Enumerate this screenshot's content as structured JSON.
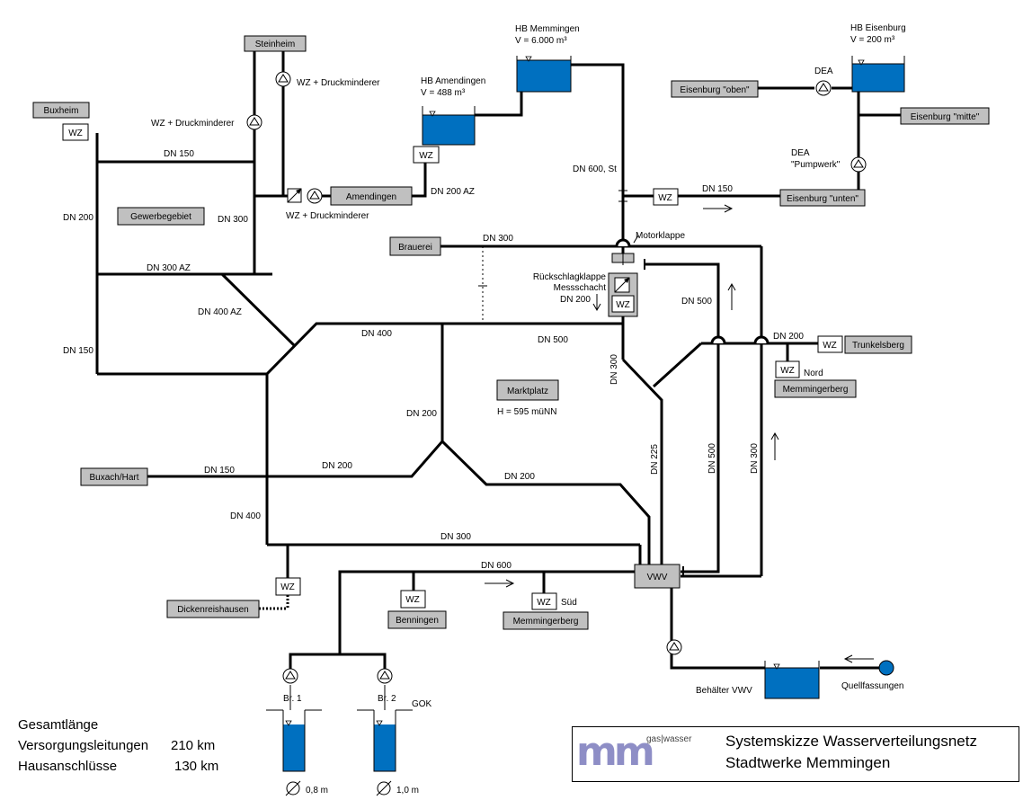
{
  "title": {
    "line1": "Systemskizze Wasserverteilungsnetz",
    "line2": "Stadtwerke Memmingen",
    "logo_mark": "mm",
    "logo_sub": "gas|wasser"
  },
  "summary": {
    "total_label": "Gesamtlänge",
    "supply_label": "Versorgungsleitungen",
    "supply_value": "210 km",
    "house_label": "Hausanschlüsse",
    "house_value": "130 km"
  },
  "boxes": {
    "steinheim": "Steinheim",
    "buxheim": "Buxheim",
    "gewerbegebiet": "Gewerbegebiet",
    "amendingen": "Amendingen",
    "brauerei": "Brauerei",
    "marktplatz": "Marktplatz",
    "buxach": "Buxach/Hart",
    "dickenreishausen": "Dickenreishausen",
    "benningen": "Benningen",
    "memmingerberg_sued": "Memmingerberg",
    "memmingerberg_nord": "Memmingerberg",
    "trunkelsberg": "Trunkelsberg",
    "eisenburg_oben": "Eisenburg \"oben\"",
    "eisenburg_mitte": "Eisenburg \"mitte\"",
    "eisenburg_unten": "Eisenburg \"unten\"",
    "vwv": "VWV"
  },
  "labels": {
    "wz": "WZ",
    "wz_druck": "WZ + Druckminderer",
    "hb_memmingen_1": "HB Memmingen",
    "hb_memmingen_2": "V = 6.000 m³",
    "hb_amendingen_1": "HB Amendingen",
    "hb_amendingen_2": "V = 488 m³",
    "hb_eisenburg_1": "HB Eisenburg",
    "hb_eisenburg_2": "V = 200 m³",
    "dea": "DEA",
    "dea_pump_1": "DEA",
    "dea_pump_2": "\"Pumpwerk\"",
    "motorklappe": "Motorklappe",
    "rueckschlag": "Rückschlagklappe",
    "messschacht": "Messschacht",
    "hoehe": "H = 595 müNN",
    "nord": "Nord",
    "sued": "Süd",
    "behaelter": "Behälter VWV",
    "quellfassungen": "Quellfassungen",
    "br1": "Br. 1",
    "br2": "Br. 2",
    "gok": "GOK",
    "dia1": "0,8 m",
    "dia2": "1,0 m"
  },
  "pipes": {
    "dn150_top": "DN 150",
    "dn200_left": "DN 200",
    "dn300_stein": "DN 300",
    "dn300az": "DN 300  AZ",
    "dn400az": "DN 400 AZ",
    "dn150_left": "DN 150",
    "dn200az": "DN 200  AZ",
    "dn600st": "DN 600, St",
    "dn150_eis": "DN 150",
    "dn300_brau": "DN 300",
    "dn200_mess": "DN 200",
    "dn500_right": "DN 500",
    "dn400_mid": "DN 400",
    "dn500_mid": "DN 500",
    "dn300_vert": "DN 300",
    "dn200_trunk": "DN 200",
    "dn200_mark": "DN 200",
    "dn150_bux": "DN 150",
    "dn200_bux": "DN 200",
    "dn200_diag": "DN 200",
    "dn225": "DN 225",
    "dn500_v": "DN 500",
    "dn300_v": "DN 300",
    "dn400_left": "DN 400",
    "dn300_bot": "DN 300",
    "dn600_bot": "DN 600"
  }
}
